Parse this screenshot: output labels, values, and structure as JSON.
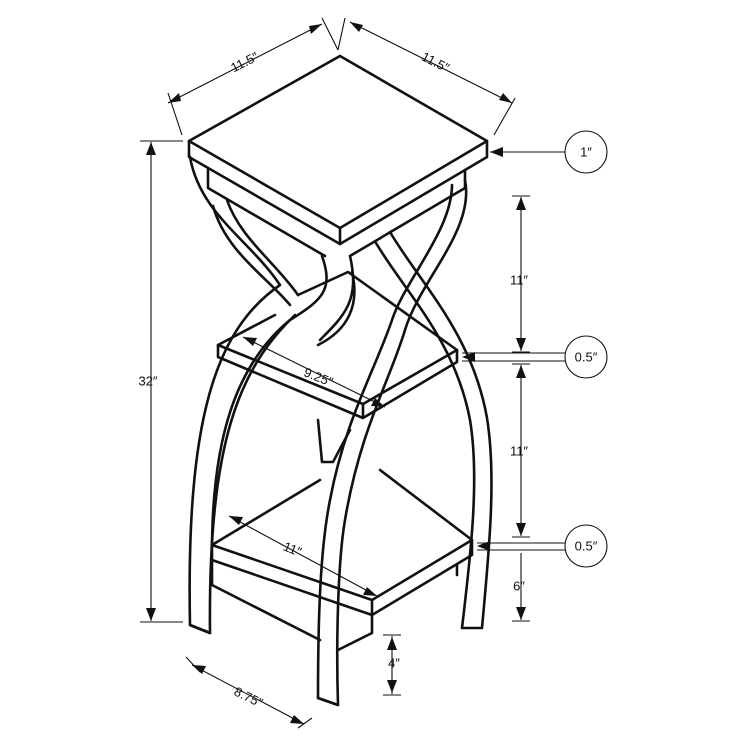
{
  "dimensions": {
    "top_width_left": "11.5″",
    "top_width_right": "11.5″",
    "top_thickness": "1″",
    "total_height": "32″",
    "upper_gap": "11″",
    "middle_shelf_thickness": "0.5″",
    "middle_shelf_width": "9.25″",
    "lower_gap": "11″",
    "bottom_shelf_thickness": "0.5″",
    "bottom_shelf_width": "11″",
    "bottom_shelf_height": "6″",
    "base_height": "4″",
    "base_width": "8.75″"
  }
}
